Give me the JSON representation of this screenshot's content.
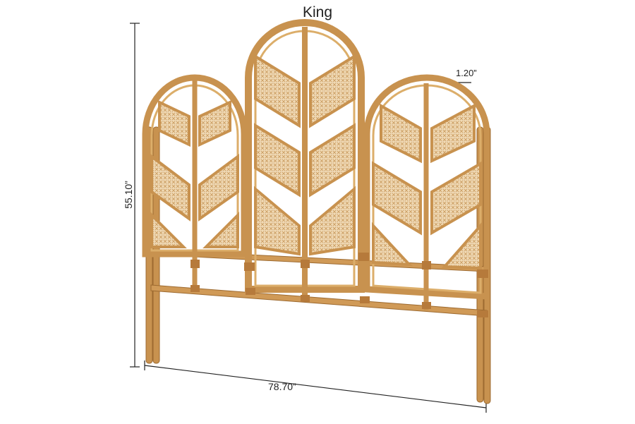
{
  "product": {
    "size_label": "King",
    "width_label": "78.70”",
    "height_label": "55.10”",
    "depth_label": "1.20”"
  },
  "colors": {
    "rattan": "#c8924f",
    "rattan_light": "#dcae6a",
    "cane": "#e9caa0",
    "wrap": "#b67a3b",
    "dimension_line": "#222222"
  }
}
